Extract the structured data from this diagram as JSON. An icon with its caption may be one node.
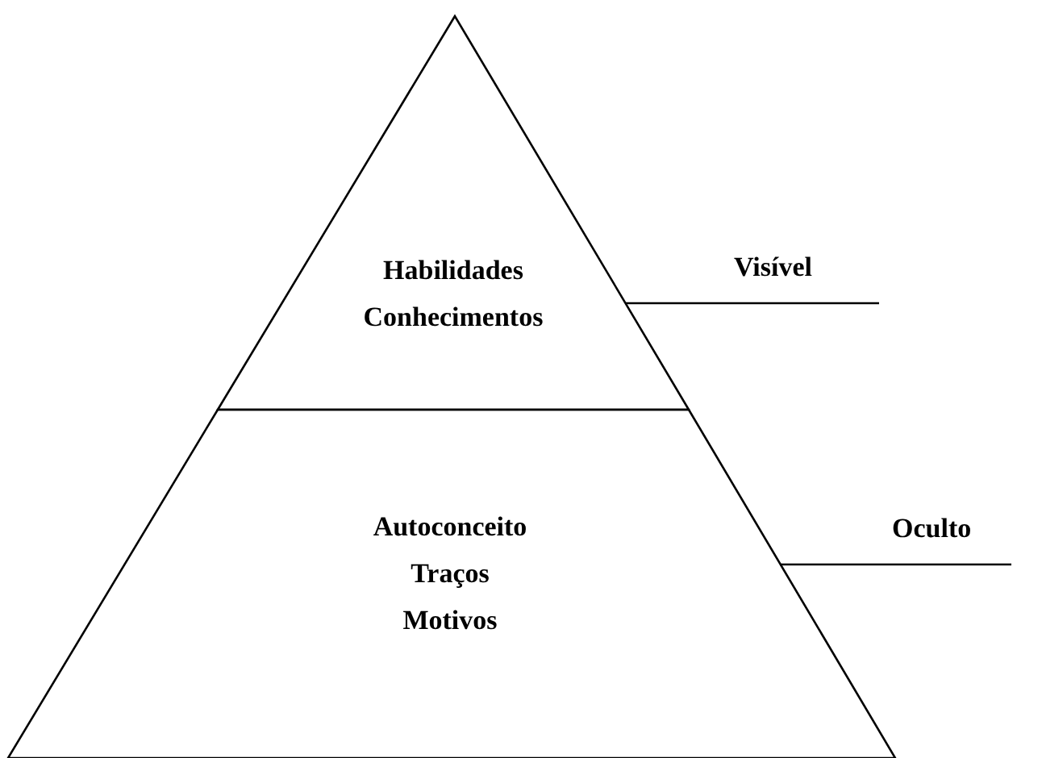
{
  "diagram": {
    "nodes": [
      {
        "text": [
          "Habilidades",
          "Conhecimentos"
        ]
      },
      {
        "text": [
          "Autoconceito",
          "Traços",
          "Motivos"
        ]
      },
      {
        "text": [
          "Visível"
        ]
      },
      {
        "text": [
          "Oculto"
        ]
      }
    ],
    "edges": [
      {
        "from": 2,
        "to": 0,
        "arrow": "none"
      },
      {
        "from": 3,
        "to": 1,
        "arrow": "none"
      }
    ]
  }
}
